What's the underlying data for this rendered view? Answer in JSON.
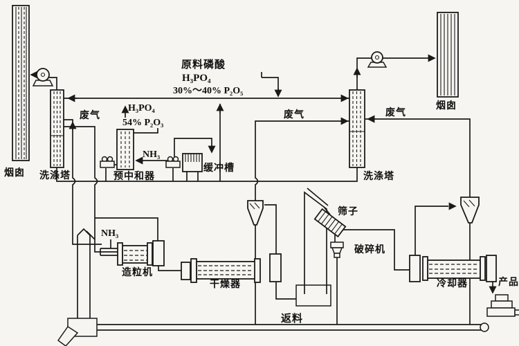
{
  "labels": {
    "chimney_left": "烟囱",
    "wash_tower_left": "洗涤塔",
    "waste_gas_left": "废气",
    "feed_acid_title": "原料磷酸",
    "feed_acid_formula": "H₃PO₄",
    "feed_acid_conc": "30%～40% P₂O₅",
    "conc_acid_formula": "H₃PO₄",
    "conc_acid_strength": "54% P₂O₃",
    "ammonia_preneutralizer": "NH₃",
    "pre_neutralizer": "预中和器",
    "buffer_tank": "缓冲槽",
    "ammonia_granulator": "NH₃",
    "granulator": "造粒机",
    "dryer": "干燥器",
    "waste_gas_mid": "废气",
    "recycle": "返料",
    "sieve": "筛子",
    "crusher": "破碎机",
    "wash_tower_right": "洗涤塔",
    "waste_gas_right": "废气",
    "chimney_right": "烟囱",
    "cooler": "冷却器",
    "product": "产品"
  },
  "colors": {
    "line": "#1a1a1a",
    "background": "#f6f5f1"
  }
}
